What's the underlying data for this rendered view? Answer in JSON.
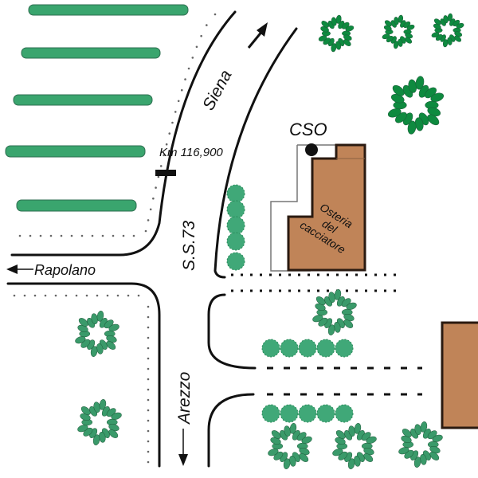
{
  "map": {
    "title": "Site map",
    "labels": {
      "siena": "Siena",
      "ss73": "S.S.73",
      "km": "Km 116,900",
      "rapolano": "Rapolano",
      "arezzo": "Arezzo",
      "cso": "CSO",
      "building_line1": "Osteria",
      "building_line2": "del",
      "building_line3": "cacciatore"
    },
    "colors": {
      "building": "#c08458",
      "tree": "#3a9a6a",
      "tree_dark": "#0e8a3f",
      "hedge": "#40a878",
      "road": "#111111"
    }
  }
}
